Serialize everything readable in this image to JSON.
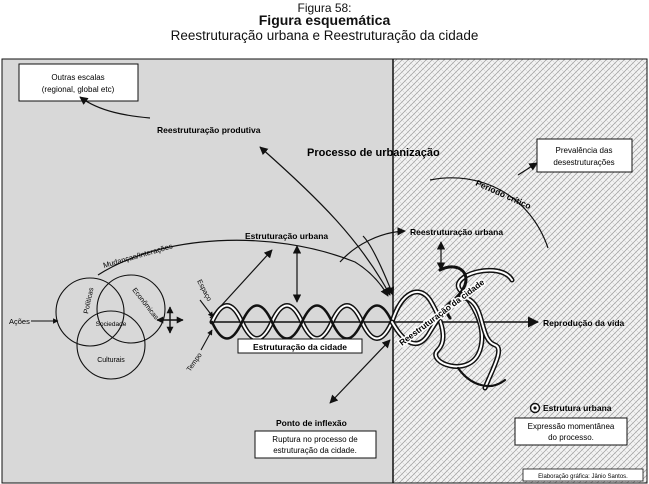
{
  "header": {
    "figure_number": "Figura 58:",
    "title": "Figura esquemática",
    "subtitle": "Reestruturação urbana e Reestruturação da cidade"
  },
  "labels": {
    "outras_escalas_1": "Outras escalas",
    "outras_escalas_2": "(regional, global etc)",
    "reestruturacao_produtiva": "Reestruturação produtiva",
    "processo_urbanizacao": "Processo de urbanização",
    "prevalencia_1": "Prevalência das",
    "prevalencia_2": "desestruturações",
    "periodo_critico": "Período crítico",
    "mudancas": "Mudanças/Interações",
    "estruturacao_urbana": "Estruturação urbana",
    "reestruturacao_urbana": "Reestruturação urbana",
    "espaco": "Espaço",
    "tempo": "Tempo",
    "acoes": "Ações",
    "politicas": "Políticas",
    "economicas": "Econômicas",
    "sociedade": "Sociedade",
    "culturais": "Culturais",
    "reestruturacao_cidade": "Reestruturação da cidade",
    "reproducao_vida": "Reprodução da vida",
    "estruturacao_cidade": "Estruturação da cidade",
    "ponto_inflexao": "Ponto de inflexão",
    "ruptura_1": "Ruptura no processo de",
    "ruptura_2": "estruturação da cidade.",
    "estrutura_urbana": "Estrutura urbana",
    "expressao_1": "Expressão momentânea",
    "expressao_2": "do processo.",
    "credit": "Elaboração gráfica: Jânio Santos."
  },
  "colors": {
    "left_panel": "#d8d8d8",
    "right_panel_base": "#f2f2f2",
    "hatch": "#9a9a9a",
    "line": "#111111"
  }
}
